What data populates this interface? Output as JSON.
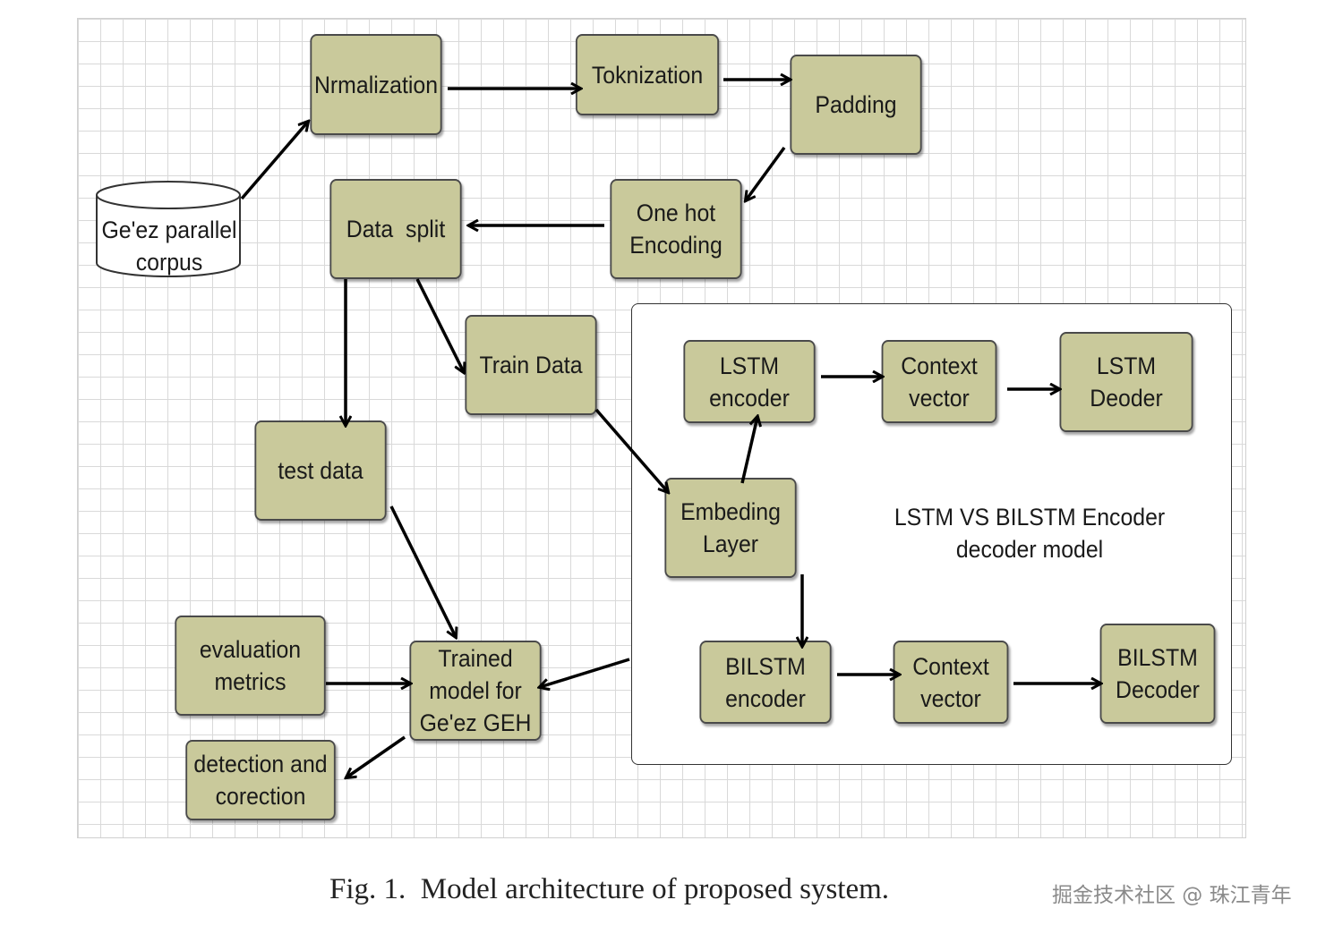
{
  "diagram": {
    "nodes": {
      "corpus": "Ge'ez parallel\ncorpus",
      "normalization": "Nrmalization",
      "tokenization": "Toknization",
      "padding": "Padding",
      "one_hot": "One hot\nEncoding",
      "data_split": "Data  split",
      "train_data": "Train Data",
      "test_data": "test data",
      "embedding": "Embeding\nLayer",
      "lstm_encoder": "LSTM\nencoder",
      "lstm_context": "Context\nvector",
      "lstm_decoder": "LSTM\nDeoder",
      "bilstm_encoder": "BILSTM\nencoder",
      "bilstm_context": "Context\nvector",
      "bilstm_decoder": "BILSTM\nDecoder",
      "evaluation": "evaluation\nmetrics",
      "trained_model": "Trained\nmodel for\nGe'ez GEH",
      "detection": "detection and\ncorection"
    },
    "panel_label": "LSTM VS BILSTM Encoder\ndecoder model",
    "edges": [
      {
        "from": "corpus",
        "to": "normalization"
      },
      {
        "from": "normalization",
        "to": "tokenization"
      },
      {
        "from": "tokenization",
        "to": "padding"
      },
      {
        "from": "padding",
        "to": "one_hot"
      },
      {
        "from": "one_hot",
        "to": "data_split"
      },
      {
        "from": "data_split",
        "to": "train_data"
      },
      {
        "from": "data_split",
        "to": "test_data"
      },
      {
        "from": "train_data",
        "to": "embedding"
      },
      {
        "from": "embedding",
        "to": "lstm_encoder"
      },
      {
        "from": "lstm_encoder",
        "to": "lstm_context"
      },
      {
        "from": "lstm_context",
        "to": "lstm_decoder"
      },
      {
        "from": "embedding",
        "to": "bilstm_encoder"
      },
      {
        "from": "bilstm_encoder",
        "to": "bilstm_context"
      },
      {
        "from": "bilstm_context",
        "to": "bilstm_decoder"
      },
      {
        "from": "test_data",
        "to": "trained_model"
      },
      {
        "from": "evaluation",
        "to": "trained_model"
      },
      {
        "from": "panel",
        "to": "trained_model"
      },
      {
        "from": "trained_model",
        "to": "detection"
      }
    ]
  },
  "caption": "Fig. 1.  Model architecture of proposed system.",
  "watermark": "掘金技术社区 @ 珠江青年",
  "colors": {
    "box_fill": "#c9c99b",
    "box_border": "#4a4a4a",
    "grid_line": "#d9d9d9",
    "arrow": "#000000"
  }
}
